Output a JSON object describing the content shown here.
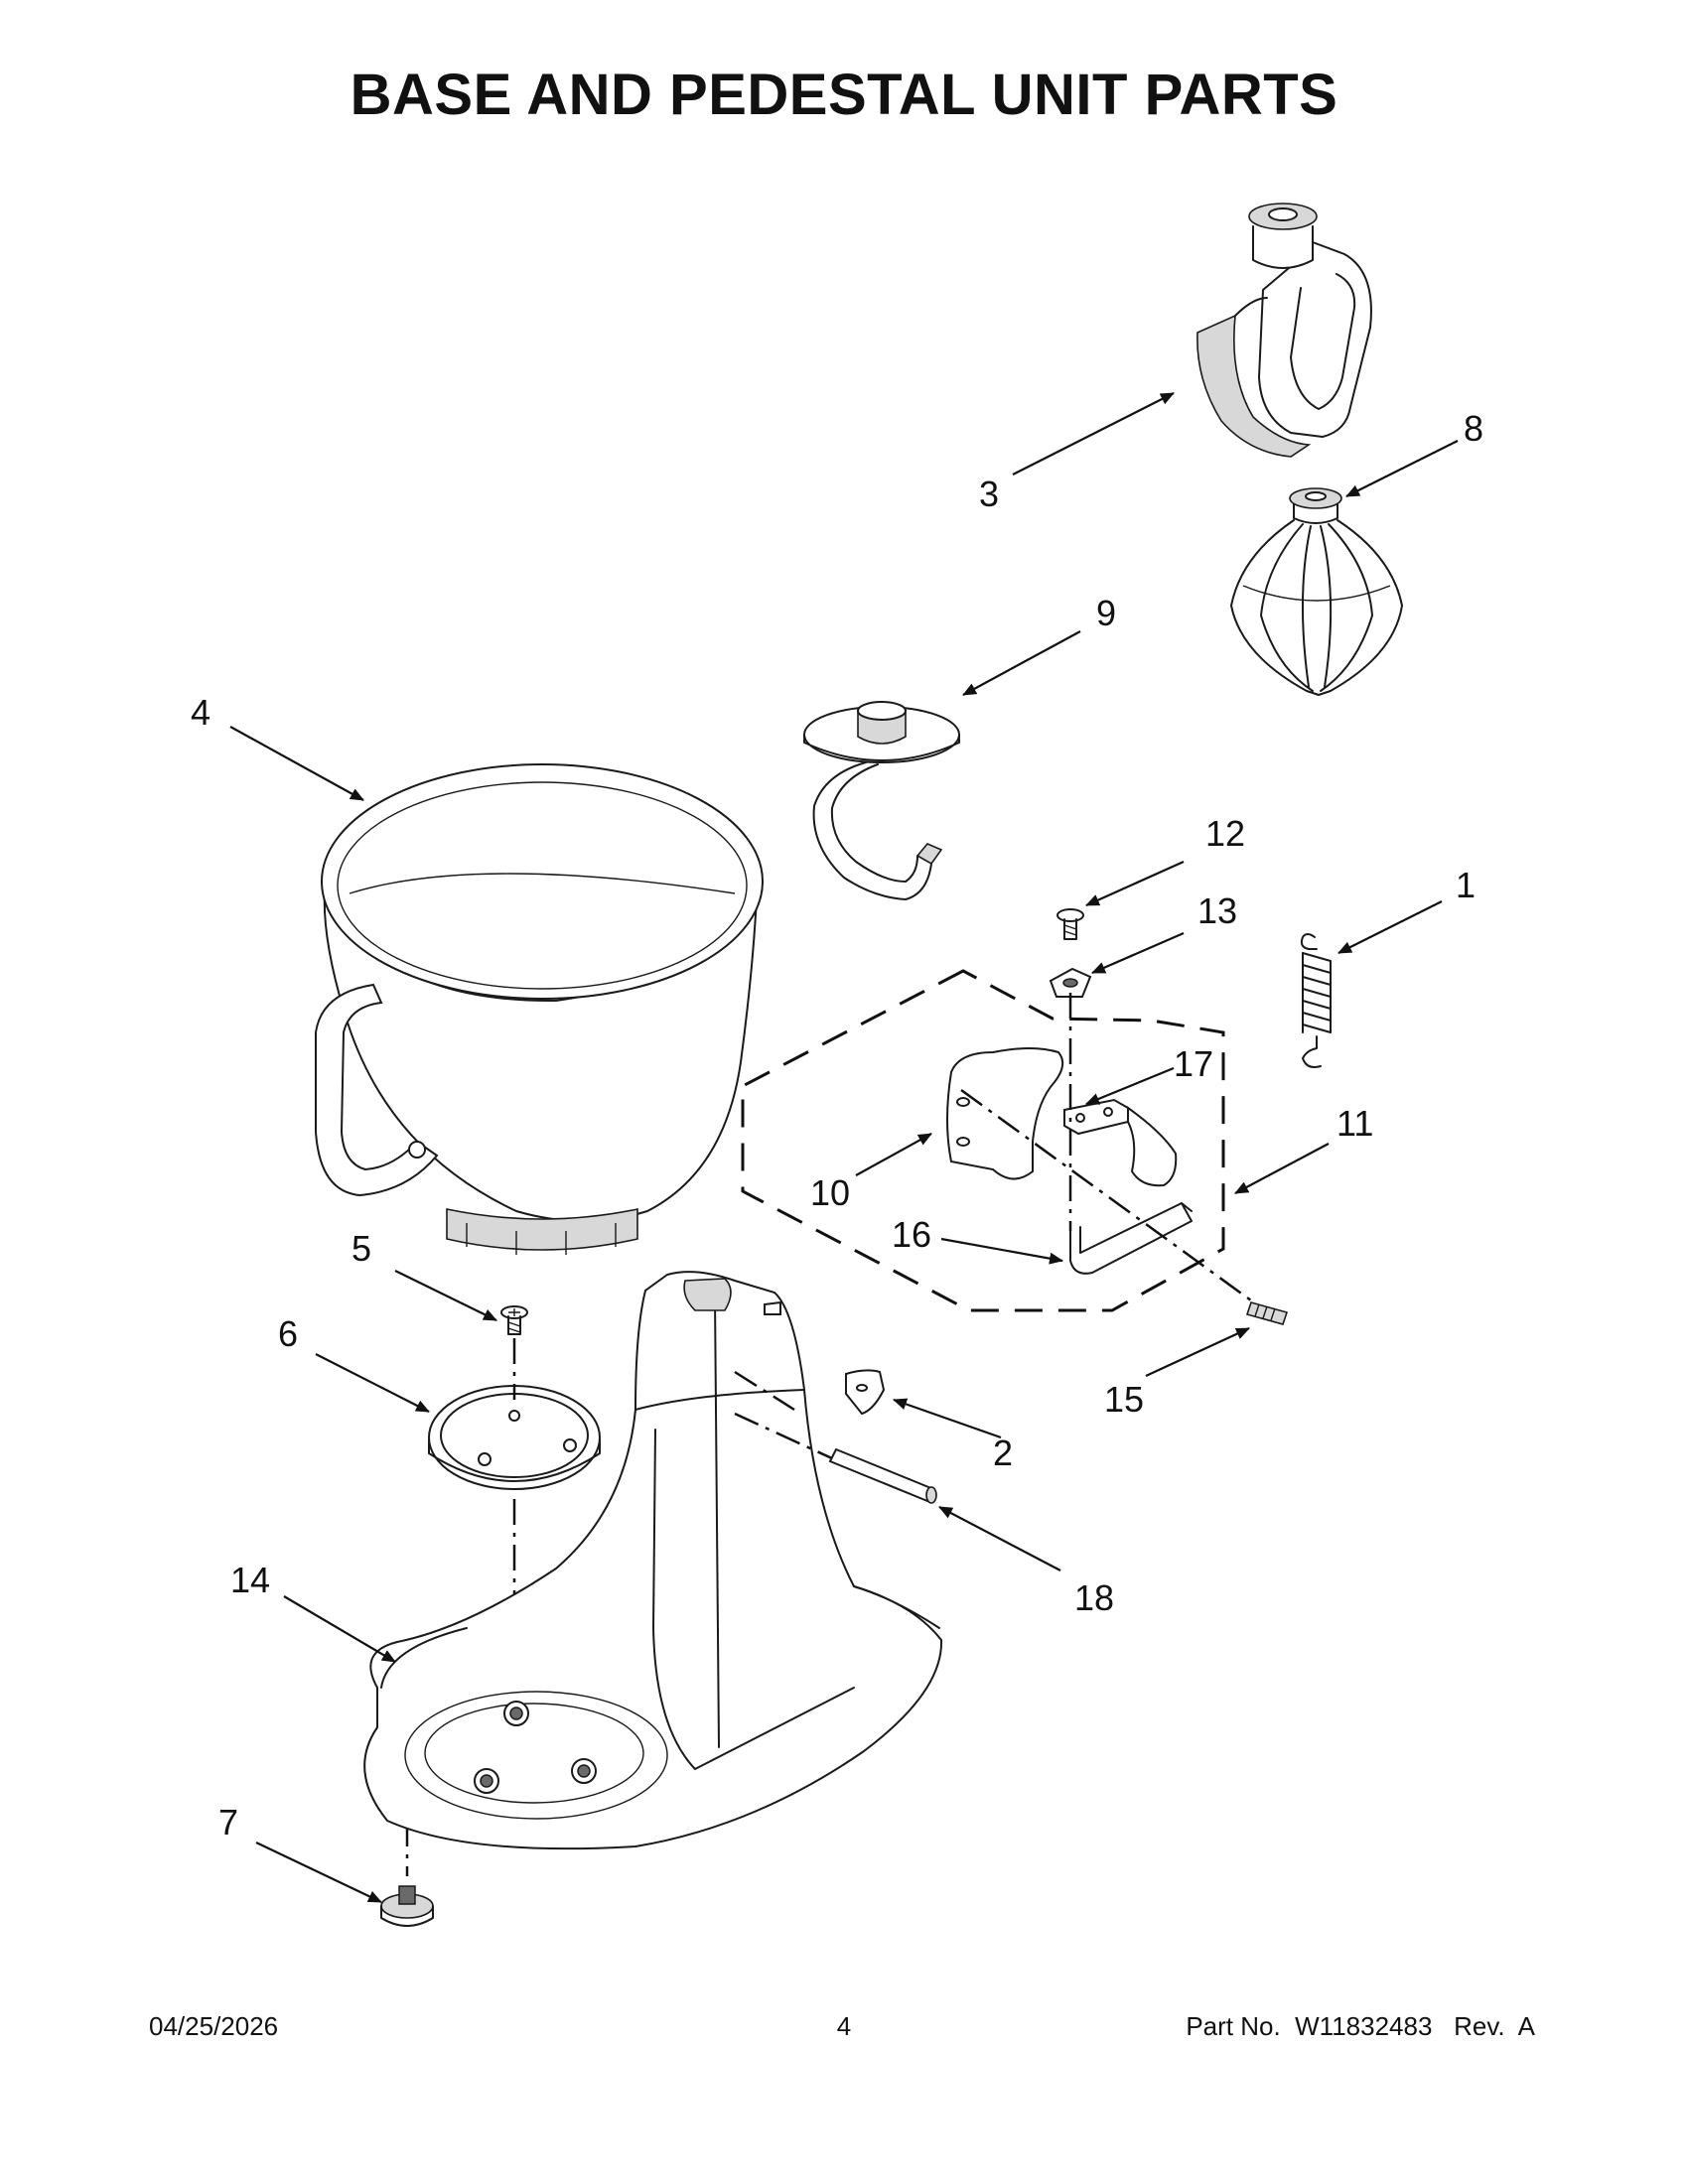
{
  "title": "BASE AND PEDESTAL UNIT PARTS",
  "callouts": [
    "1",
    "2",
    "3",
    "4",
    "5",
    "6",
    "7",
    "8",
    "9",
    "10",
    "11",
    "12",
    "13",
    "14",
    "15",
    "16",
    "17",
    "18"
  ],
  "footer": {
    "date": "04/25/2026",
    "page": "4",
    "part_number": "Part No.  W11832483   Rev.  A"
  }
}
